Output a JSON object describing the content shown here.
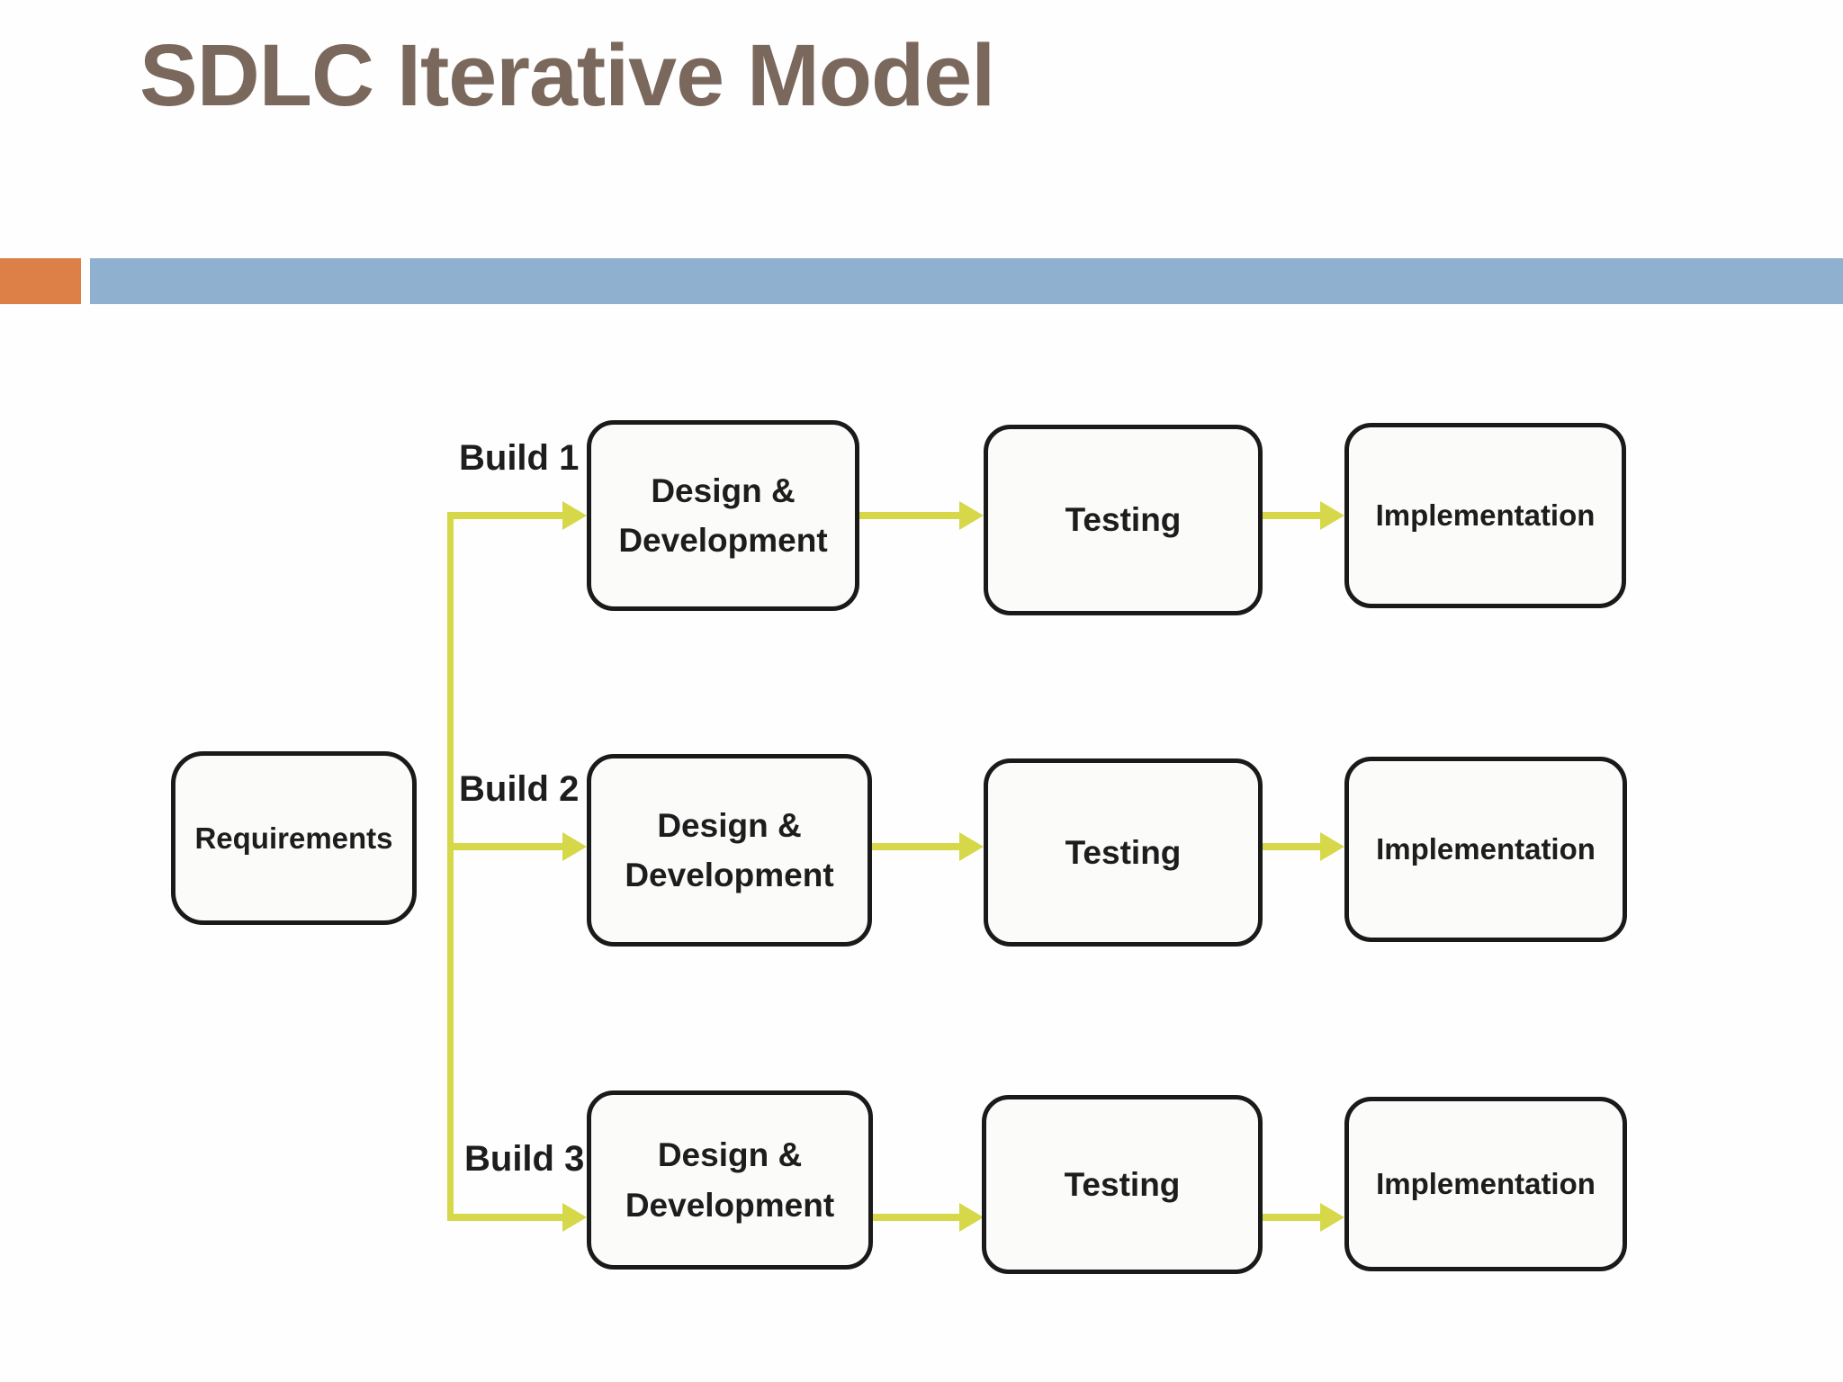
{
  "title": "SDLC Iterative Model",
  "header": {
    "orange_accent_color": "#DD8047",
    "blue_bar_color": "#90B0CF"
  },
  "diagram": {
    "source_label": "Requirements",
    "connector_color": "#D6D84A",
    "box_border_color": "#1A1A1A",
    "rows": [
      {
        "build": "Build 1",
        "stages": [
          "Design & Development",
          "Testing",
          "Implementation"
        ]
      },
      {
        "build": "Build 2",
        "stages": [
          "Design & Development",
          "Testing",
          "Implementation"
        ]
      },
      {
        "build": "Build 3",
        "stages": [
          "Design & Development",
          "Testing",
          "Implementation"
        ]
      }
    ]
  }
}
